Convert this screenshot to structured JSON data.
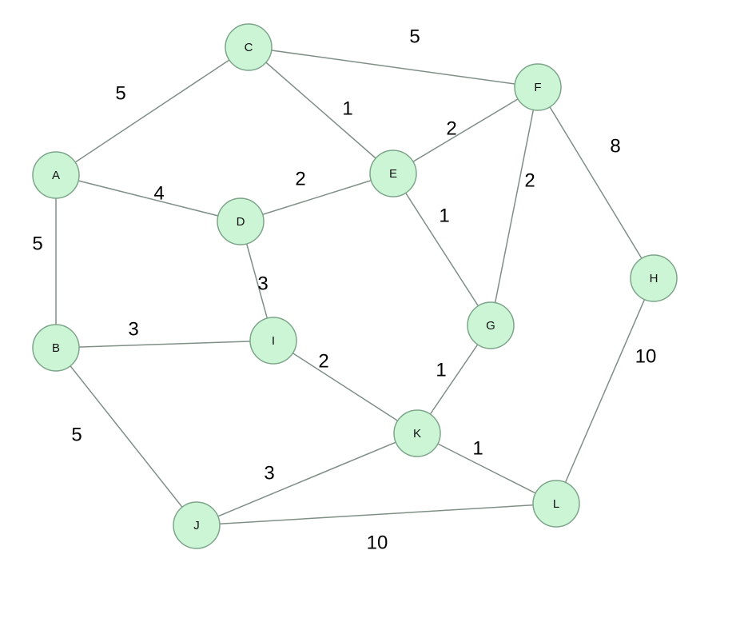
{
  "graph": {
    "node_fill": "#ccf5d6",
    "node_stroke": "#7da58a",
    "edge_color": "#7f8f86",
    "nodes": [
      {
        "id": "A",
        "label": "A"
      },
      {
        "id": "B",
        "label": "B"
      },
      {
        "id": "C",
        "label": "C"
      },
      {
        "id": "D",
        "label": "D"
      },
      {
        "id": "E",
        "label": "E"
      },
      {
        "id": "F",
        "label": "F"
      },
      {
        "id": "G",
        "label": "G"
      },
      {
        "id": "H",
        "label": "H"
      },
      {
        "id": "I",
        "label": "I"
      },
      {
        "id": "J",
        "label": "J"
      },
      {
        "id": "K",
        "label": "K"
      },
      {
        "id": "L",
        "label": "L"
      }
    ],
    "edges": [
      {
        "from": "A",
        "to": "C",
        "weight": "5"
      },
      {
        "from": "C",
        "to": "F",
        "weight": "5"
      },
      {
        "from": "C",
        "to": "E",
        "weight": "1"
      },
      {
        "from": "E",
        "to": "F",
        "weight": "2"
      },
      {
        "from": "F",
        "to": "H",
        "weight": "8"
      },
      {
        "from": "A",
        "to": "D",
        "weight": "4"
      },
      {
        "from": "D",
        "to": "E",
        "weight": "2"
      },
      {
        "from": "F",
        "to": "G",
        "weight": "2"
      },
      {
        "from": "E",
        "to": "G",
        "weight": "1"
      },
      {
        "from": "A",
        "to": "B",
        "weight": "5"
      },
      {
        "from": "D",
        "to": "I",
        "weight": "3"
      },
      {
        "from": "B",
        "to": "I",
        "weight": "3"
      },
      {
        "from": "I",
        "to": "K",
        "weight": "2"
      },
      {
        "from": "G",
        "to": "K",
        "weight": "1"
      },
      {
        "from": "H",
        "to": "L",
        "weight": "10"
      },
      {
        "from": "B",
        "to": "J",
        "weight": "5"
      },
      {
        "from": "K",
        "to": "L",
        "weight": "1"
      },
      {
        "from": "J",
        "to": "K",
        "weight": "3"
      },
      {
        "from": "J",
        "to": "L",
        "weight": "10"
      }
    ]
  }
}
